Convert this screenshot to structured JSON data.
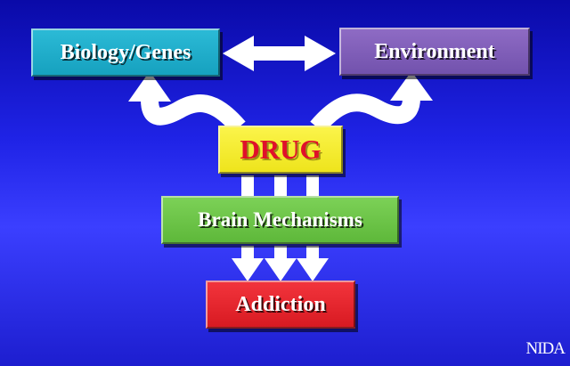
{
  "slide": {
    "boxes": {
      "biology": "Biology/Genes",
      "environment": "Environment",
      "drug": "DRUG",
      "brain": "Brain Mechanisms",
      "addiction": "Addiction"
    },
    "source": "NIDA"
  },
  "colors": {
    "background": "#1f23e6",
    "biology": "#16a1bf",
    "environment": "#7252ad",
    "drug": "#eee41c",
    "drug_text": "#e0102a",
    "brain": "#5eb83a",
    "addiction": "#d81a22",
    "arrow": "#ffffff"
  }
}
